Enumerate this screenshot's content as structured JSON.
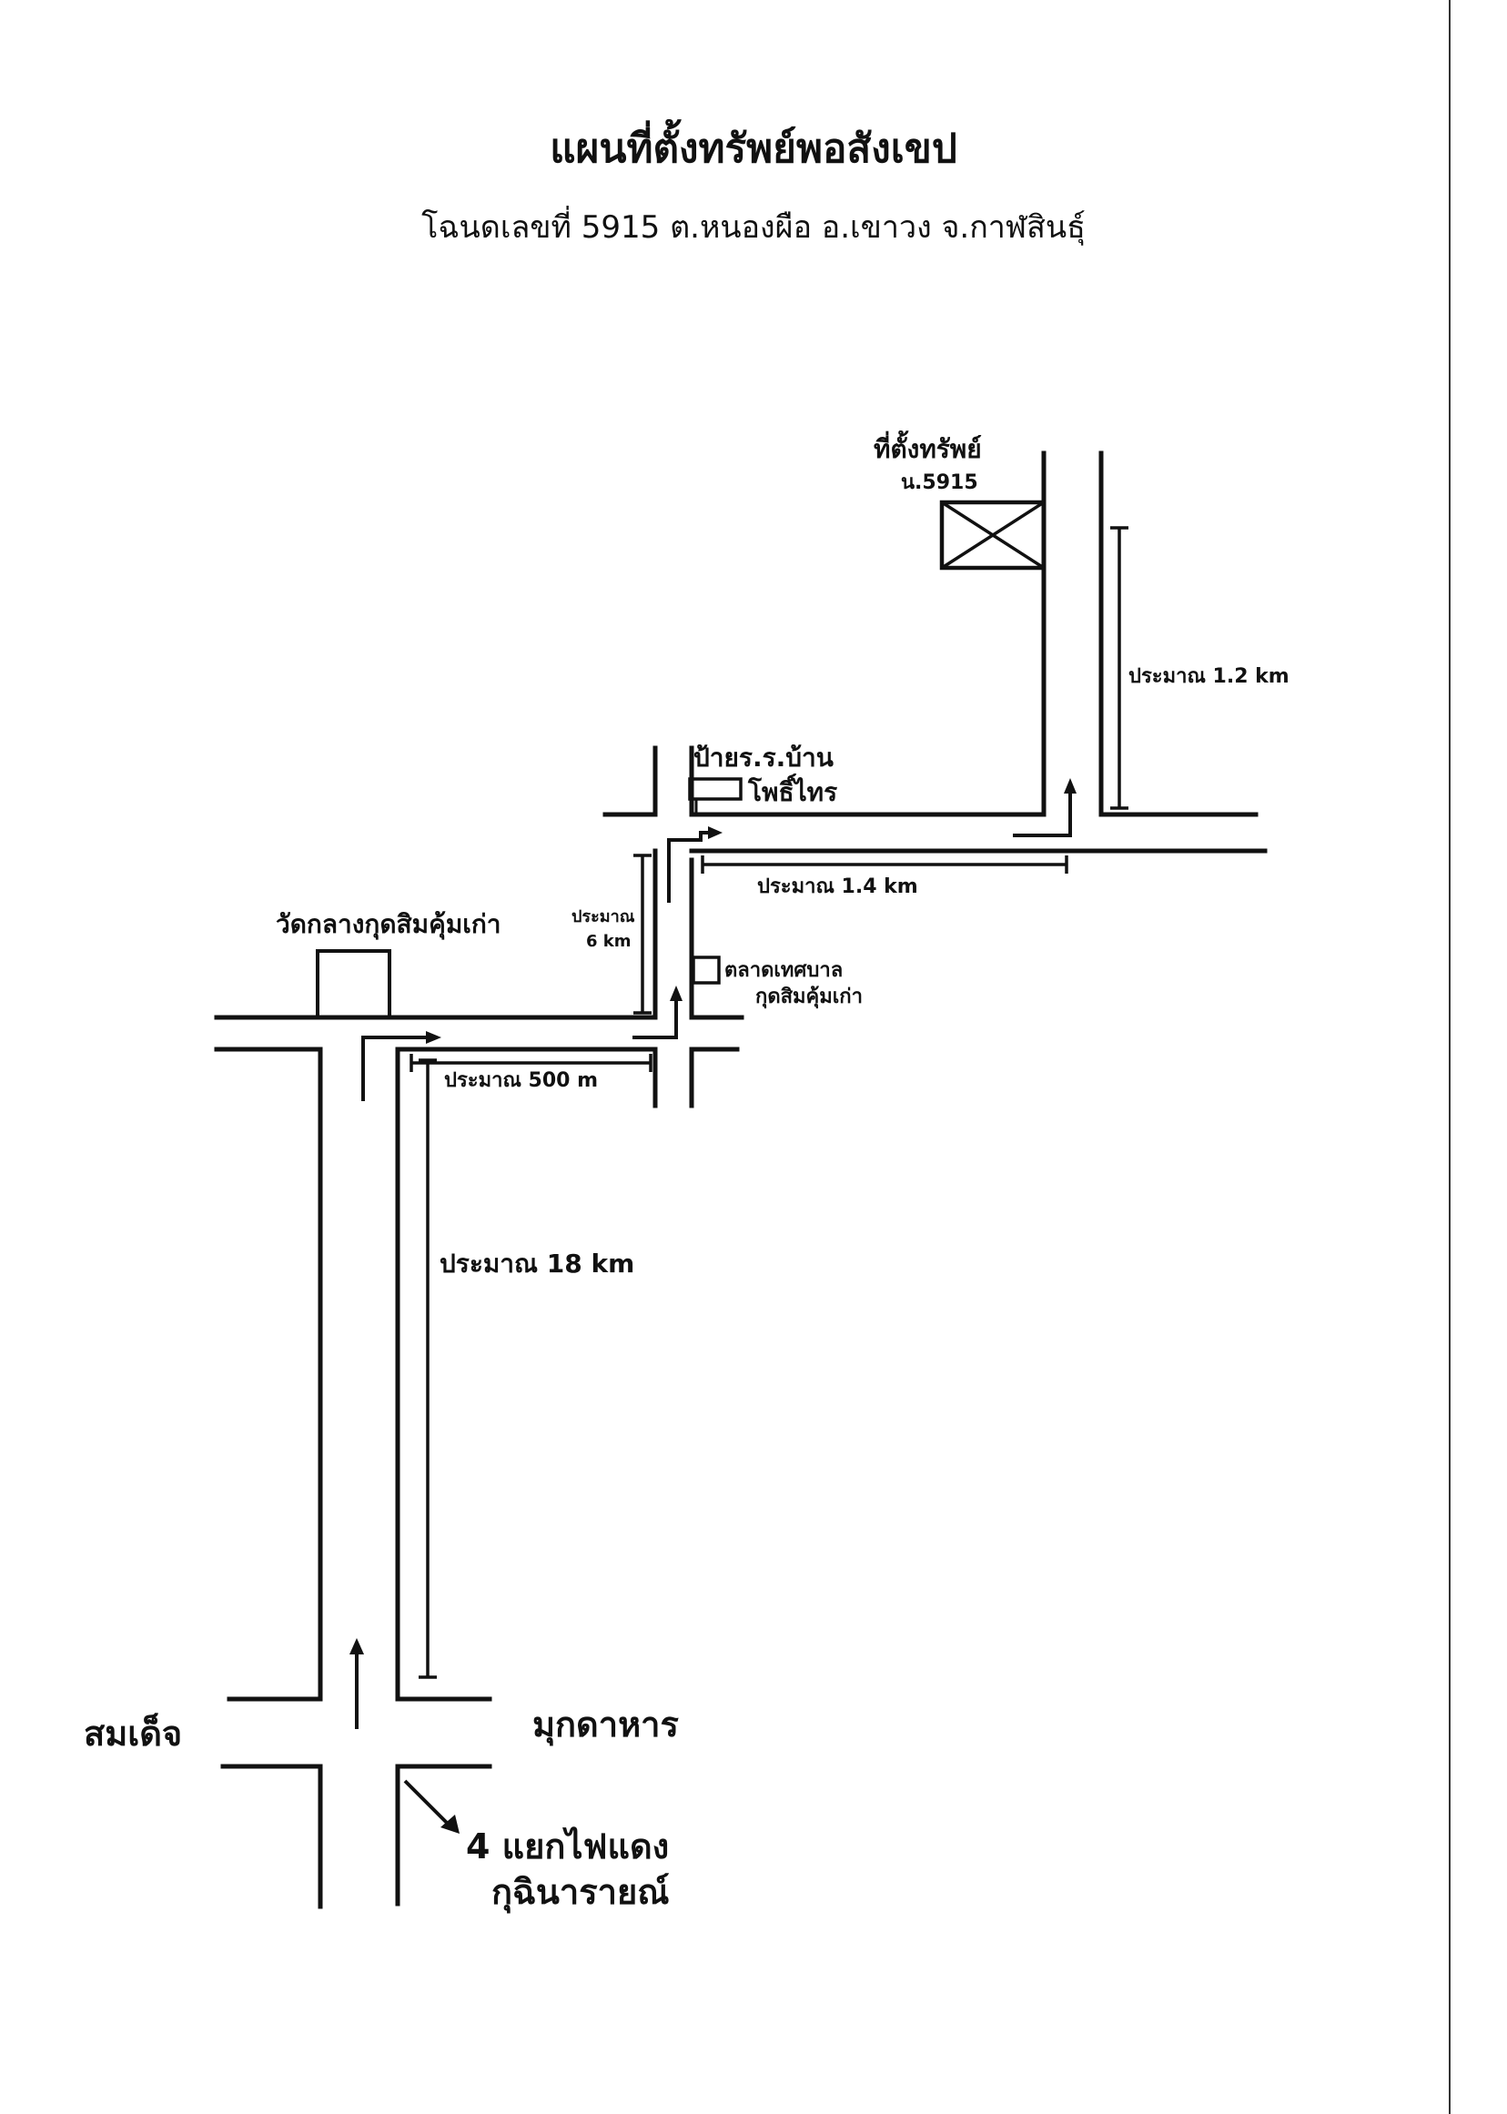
{
  "header": {
    "title": "แผนที่ตั้งทรัพย์พอสังเขป",
    "subtitle": "โฉนดเลขที่ 5915 ต.หนองผือ อ.เขาวง จ.กาฬสินธุ์"
  },
  "landmarks": {
    "property": {
      "line1": "ที่ตั้งทรัพย์",
      "line2": "น.5915"
    },
    "school_sign": {
      "line1": "ป้ายร.ร.บ้าน",
      "line2": "โพธิ์ไทร"
    },
    "temple": "วัดกลางกุดสิมคุ้มเก่า",
    "market": {
      "line1": "ตลาดเทศบาล",
      "line2": "กุดสิมคุ้มเก่า"
    }
  },
  "distances": {
    "km_18": "ประมาณ 18 km",
    "m_500": "ประมาณ 500 m",
    "short_line1": "ประมาณ",
    "short_line2": "6 km",
    "km_1_4": "ประมาณ 1.4 km",
    "km_1_2": "ประมาณ 1.2 km"
  },
  "directions": {
    "west": "สมเด็จ",
    "east": "มุกดาหาร",
    "intersection_line1": "4 แยกไฟแดง",
    "intersection_line2": "กุฉินารายณ์"
  }
}
